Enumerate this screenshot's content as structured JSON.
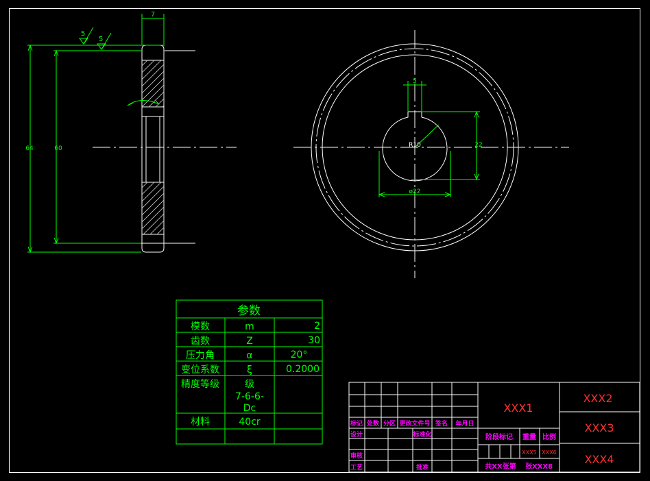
{
  "dimensions": {
    "width_top": "7",
    "outer_height": "64",
    "inner_height": "60",
    "roughness_1": "5",
    "roughness_2": "5",
    "keyway_width": "5",
    "bore_radius": "R10",
    "keyway_depth": "22",
    "bore_diameter": "ø22"
  },
  "params": {
    "title": "参数",
    "rows": [
      {
        "name": "模数",
        "symbol": "m",
        "value": "2"
      },
      {
        "name": "齿数",
        "symbol": "Z",
        "value": "30"
      },
      {
        "name": "压力角",
        "symbol": "α",
        "value": "20°"
      },
      {
        "name": "变位系数",
        "symbol": "ξ",
        "value": "0.2000"
      },
      {
        "name": "精度等级",
        "symbol_lines": [
          "级",
          "7-6-6-",
          "Dc"
        ],
        "value": ""
      },
      {
        "name": "材料",
        "symbol": "40cr",
        "value": ""
      }
    ]
  },
  "title_block": {
    "col_labels": [
      "标记",
      "处数",
      "分区",
      "更改文件号",
      "签名",
      "年月日"
    ],
    "design": "设计",
    "standardization": "标准化",
    "review": "审核",
    "process": "工艺",
    "approve": "批准",
    "stage_mark": "阶段标记",
    "weight": "重量",
    "scale": "比例",
    "xxx1": "XXX1",
    "xxx2": "XXX2",
    "xxx3": "XXX3",
    "xxx4": "XXX4",
    "xxx5": "XXX5",
    "xxx6": "XXX6",
    "sheets_total": "共XX张第",
    "sheet_no": "张XXX8"
  }
}
